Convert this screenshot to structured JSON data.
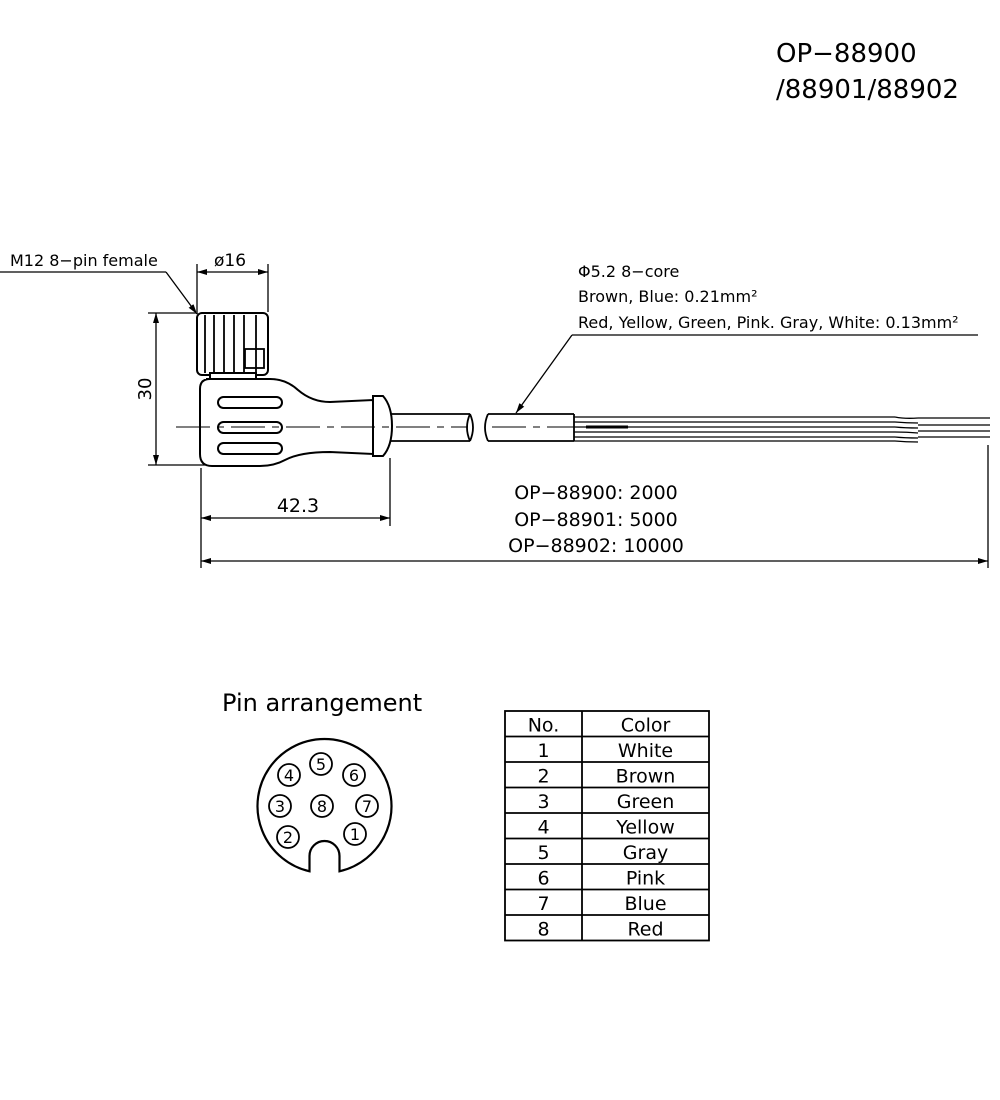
{
  "part_number": {
    "line1": "OP−88900",
    "line2": "/88901/88902"
  },
  "connector_label": "M12 8−pin female",
  "dimensions": {
    "diameter": "ø16",
    "height": "30",
    "body_length": "42.3",
    "lengths": [
      "OP−88900: 2000",
      "OP−88901: 5000",
      "OP−88902: 10000"
    ]
  },
  "cable_spec": {
    "line1": "Φ5.2 8−core",
    "line2": "Brown, Blue: 0.21mm²",
    "line3": "Red, Yellow, Green, Pink. Gray, White: 0.13mm²"
  },
  "pin_arrangement": {
    "title": "Pin arrangement",
    "pins": [
      "1",
      "2",
      "3",
      "4",
      "5",
      "6",
      "7",
      "8"
    ]
  },
  "pin_table": {
    "headers": [
      "No.",
      "Color"
    ],
    "rows": [
      [
        "1",
        "White"
      ],
      [
        "2",
        "Brown"
      ],
      [
        "3",
        "Green"
      ],
      [
        "4",
        "Yellow"
      ],
      [
        "5",
        "Gray"
      ],
      [
        "6",
        "Pink"
      ],
      [
        "7",
        "Blue"
      ],
      [
        "8",
        "Red"
      ]
    ]
  }
}
